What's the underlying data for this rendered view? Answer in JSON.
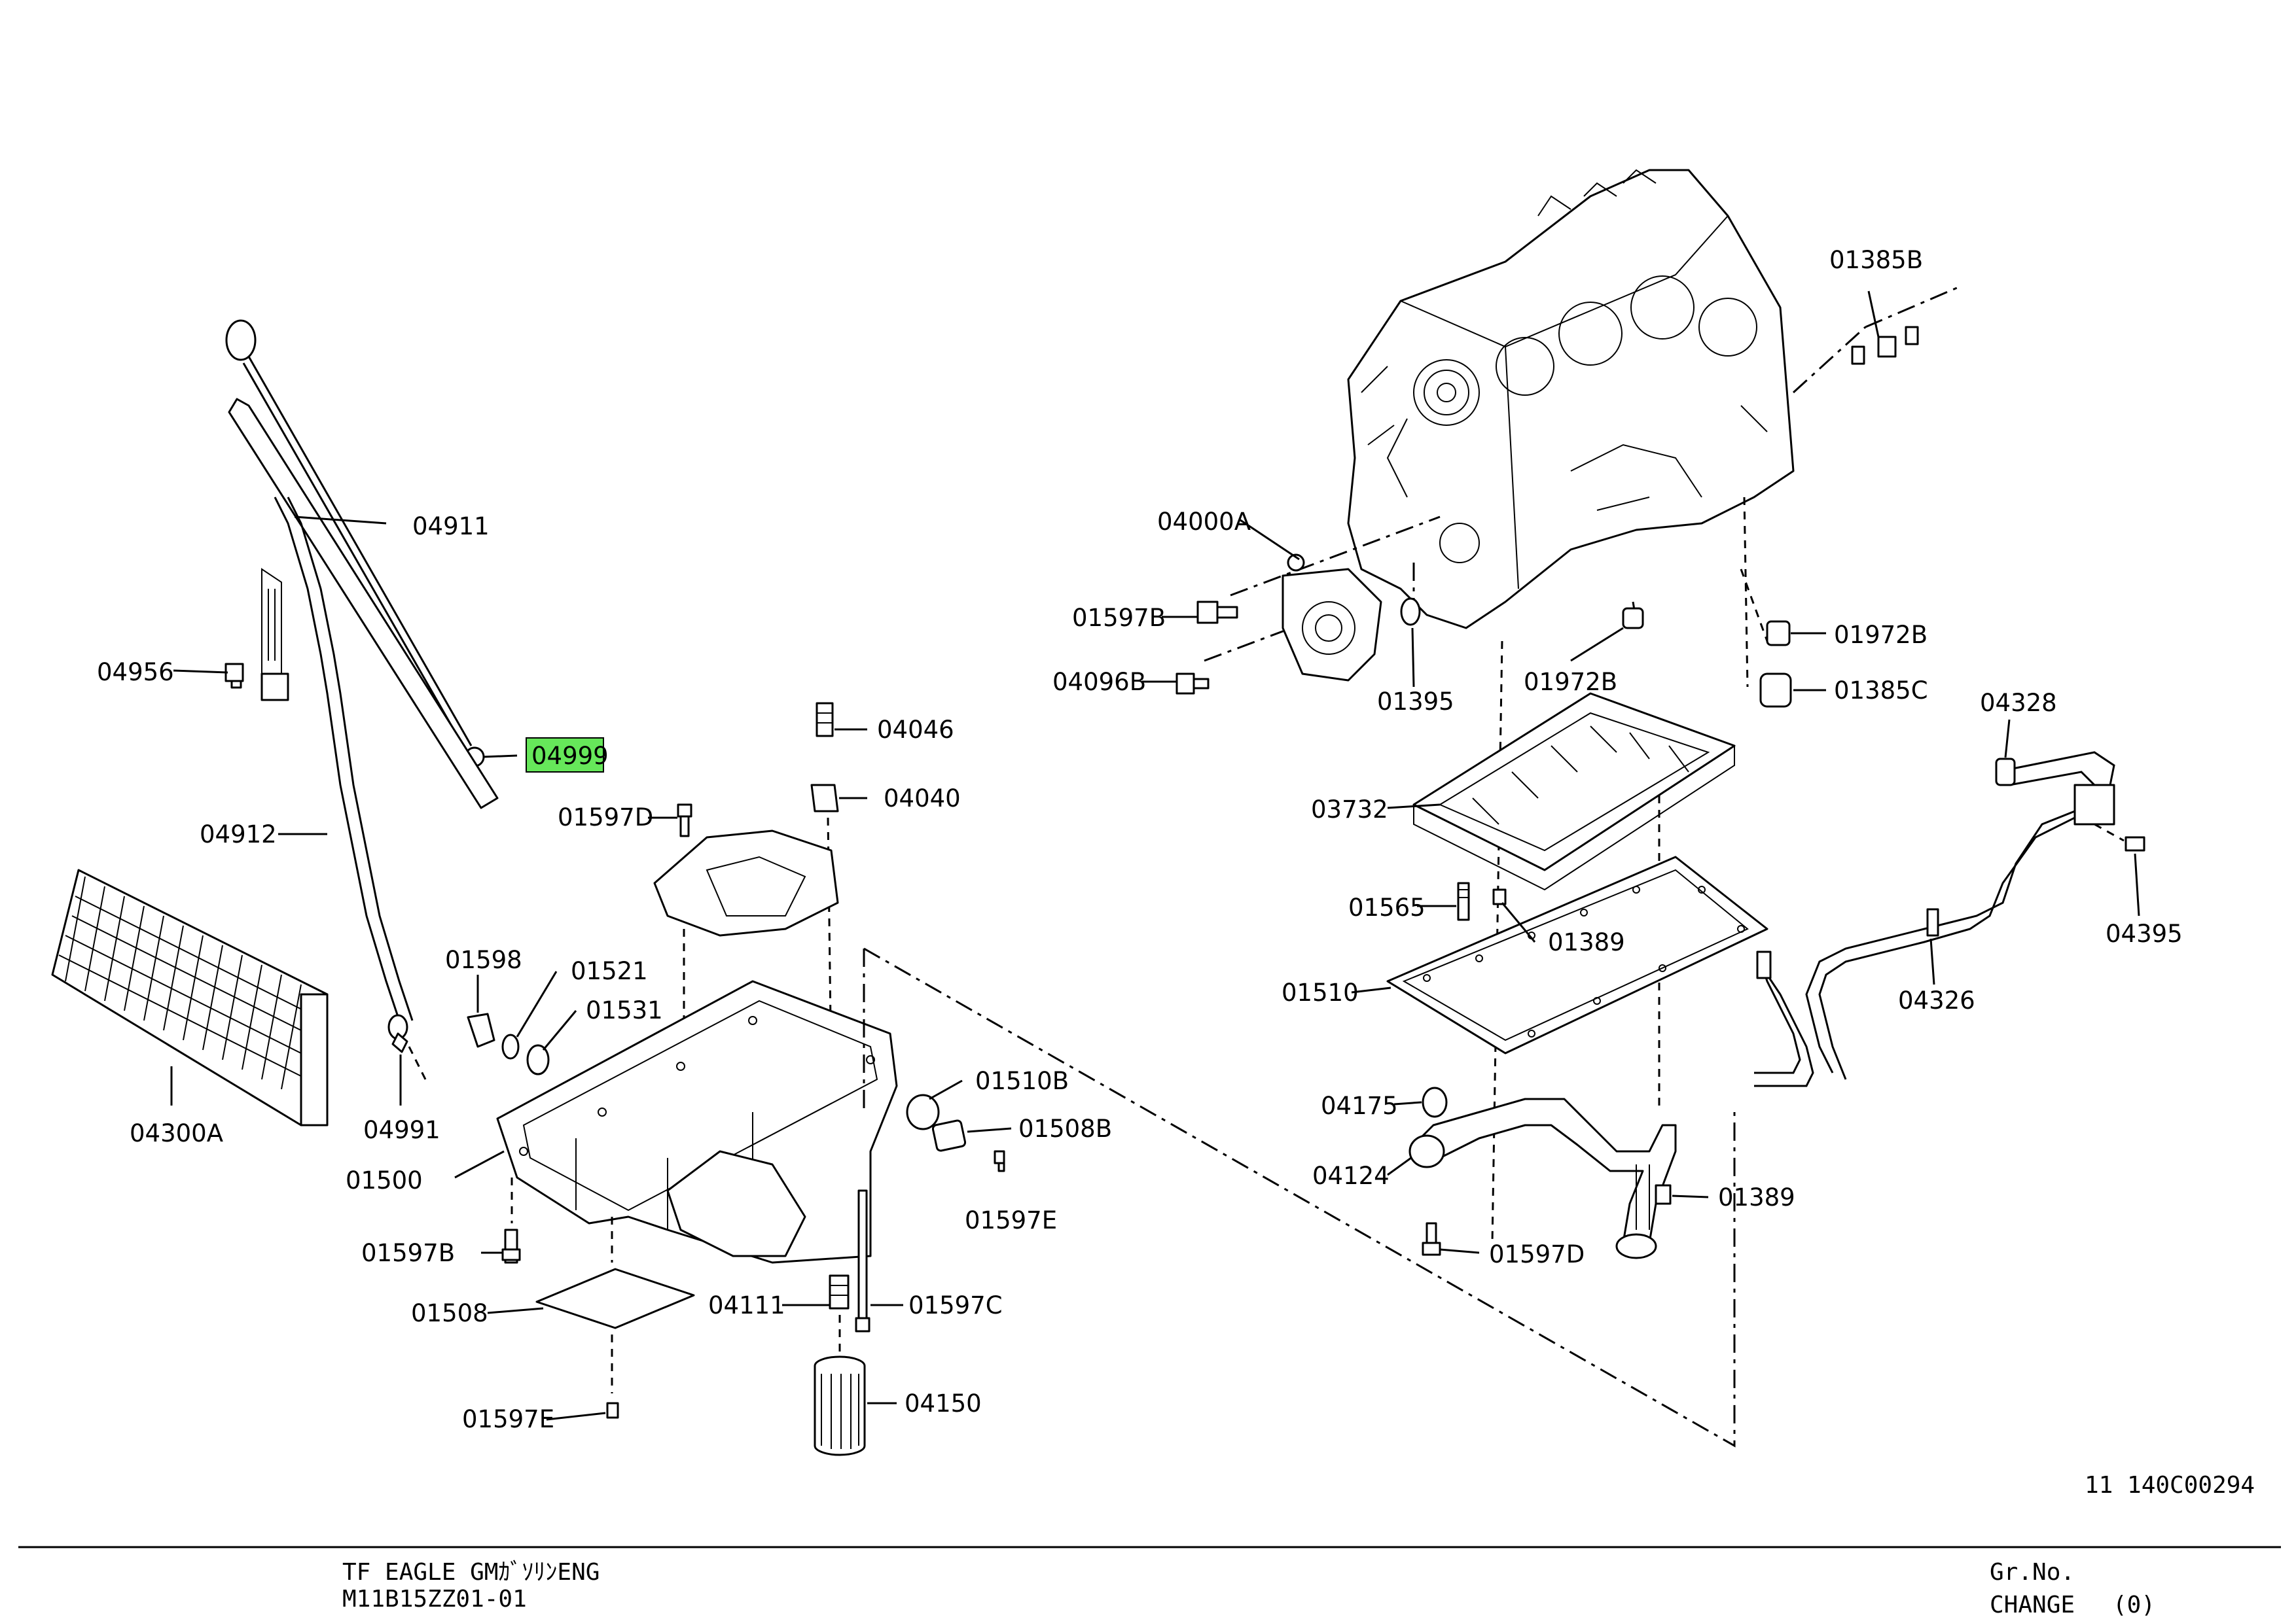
{
  "labels": {
    "p04911": "04911",
    "p04956": "04956",
    "p04999": "04999",
    "p04912": "04912",
    "p04300A": "04300A",
    "p04991": "04991",
    "p04046": "04046",
    "p04040": "04040",
    "p01597D_a": "01597D",
    "p01598": "01598",
    "p01521": "01521",
    "p01531": "01531",
    "p01500": "01500",
    "p01510B": "01510B",
    "p01508B": "01508B",
    "p01597E_a": "01597E",
    "p01597B_a": "01597B",
    "p01508": "01508",
    "p04111": "04111",
    "p01597C": "01597C",
    "p04150": "04150",
    "p01597E_b": "01597E",
    "p01385B": "01385B",
    "p04000A": "04000A",
    "p01597B_b": "01597B",
    "p04096B": "04096B",
    "p01395": "01395",
    "p01972B_a": "01972B",
    "p01972B_b": "01972B",
    "p01385C": "01385C",
    "p03732": "03732",
    "p04328": "04328",
    "p01565": "01565",
    "p01389_a": "01389",
    "p04395": "04395",
    "p01510": "01510",
    "p04326": "04326",
    "p04175": "04175",
    "p04124": "04124",
    "p01389_b": "01389",
    "p01597D_b": "01597D"
  },
  "highlighted_part": "p04999",
  "highlight_color": "#66e75a",
  "footer": {
    "diagram_code": "11 140C00294",
    "model_line1": "TF EAGLE GMｶﾞｿﾘﾝENG",
    "model_line2": "M11B15ZZ01-01",
    "gr_no_label": "Gr.No.",
    "change_label": "CHANGE",
    "change_value": "(0)"
  }
}
